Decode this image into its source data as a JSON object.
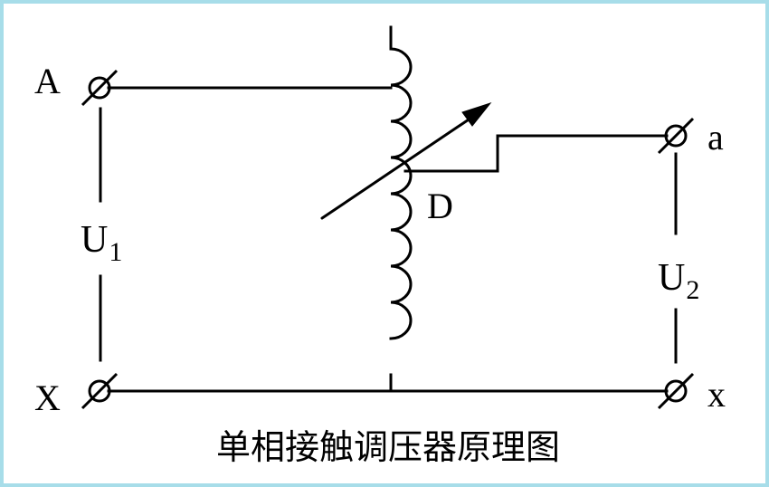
{
  "terminals": {
    "A": "A",
    "X": "X",
    "a": "a",
    "x": "x"
  },
  "voltages": {
    "u1_main": "U",
    "u1_sub": "1",
    "u2_main": "U",
    "u2_sub": "2"
  },
  "tap_label": "D",
  "caption": "单相接触调压器原理图",
  "colors": {
    "border": "#a7dde9",
    "line": "#000000",
    "background": "#ffffff"
  }
}
